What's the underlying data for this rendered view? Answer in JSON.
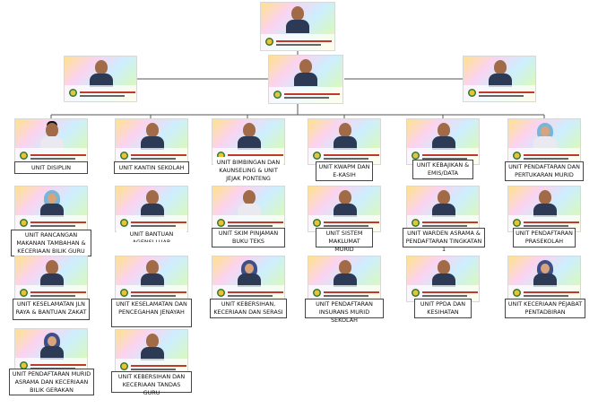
{
  "units": {
    "disiplin": "UNIT DISIPLIN",
    "rancangan_makanan": "UNIT RANCANGAN MAKANAN TAMBAHAN & KECERIAAN BILIK GURU",
    "keselamatan_jalan": "UNIT KESELAMATAN JLN RAYA & BANTUAN ZAKAT",
    "pendaftaran_asrama": "UNIT PENDAFTARAN MURID ASRAMA DAN KECERIAAN BILIK GERAKAN",
    "kantin": "UNIT KANTIN SEKOLAH",
    "bantuan_agensi": "UNIT BANTUAN AGENSI LUAR",
    "keselamatan_jenayah": "UNIT KESELAMATAN DAN PENCEGAHAN JENAYAH",
    "kebersihan_tandas": "UNIT KEBERSIHAN DAN KECERIAAN TANDAS GURU",
    "bimbingan": "UNIT BIMBINGAN DAN KAUNSELING & UNIT JEJAK PONTENG",
    "skim_pinjaman": "UNIT SKIM PINJAMAN BUKU TEKS",
    "kebersihan_serasi": "UNIT KEBERSIHAN, KECERIAAN DAN SERASI",
    "kwapm": "UNIT KWAPM DAN E-KASIH",
    "sistem_makumat": "UNIT SISTEM MAKLUMAT MURID",
    "insurans": "UNIT PENDAFTARAN INSURANS MURID SEKOLAH",
    "kebajikan": "UNIT KEBAJIKAN & EMIS/DATA",
    "warden": "UNIT WARDEN ASRAMA & PENDAFTARAN TINGKATAN 1",
    "ppda": "UNIT PPDA DAN KESIHATAN",
    "pertukaran": "UNIT PENDAFTARAN DAN PERTUKARAN MURID",
    "prasekolah": "UNIT PENDAFTARAN PRASEKOLAH",
    "kecerian_pentadbiran": "UNIT KECERIAAN PEJABAT PENTADBIRAN"
  }
}
